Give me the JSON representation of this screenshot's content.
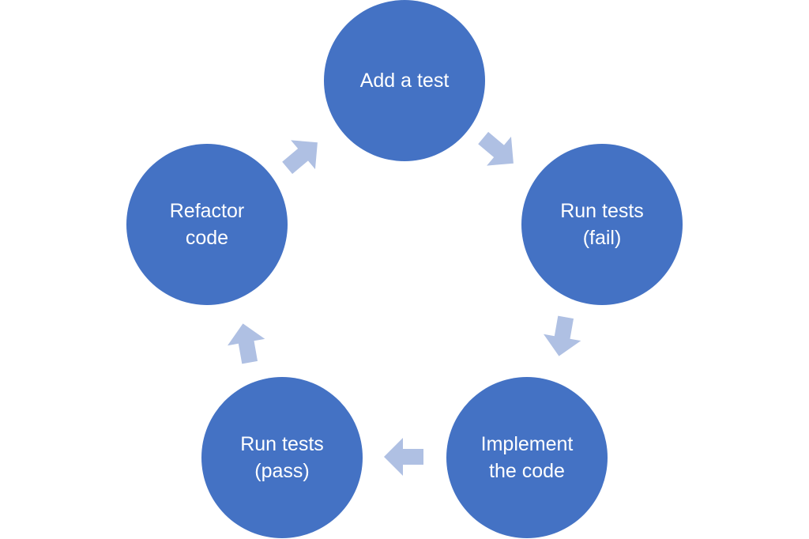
{
  "colors": {
    "node_fill": "#4472C4",
    "arrow_fill": "#AFC0E3",
    "background": "#FFFFFF"
  },
  "cycle": {
    "steps": [
      {
        "label": "Add a test"
      },
      {
        "label": "Run tests\n(fail)"
      },
      {
        "label": "Implement\nthe code"
      },
      {
        "label": "Run tests\n(pass)"
      },
      {
        "label": "Refactor\ncode"
      }
    ]
  }
}
